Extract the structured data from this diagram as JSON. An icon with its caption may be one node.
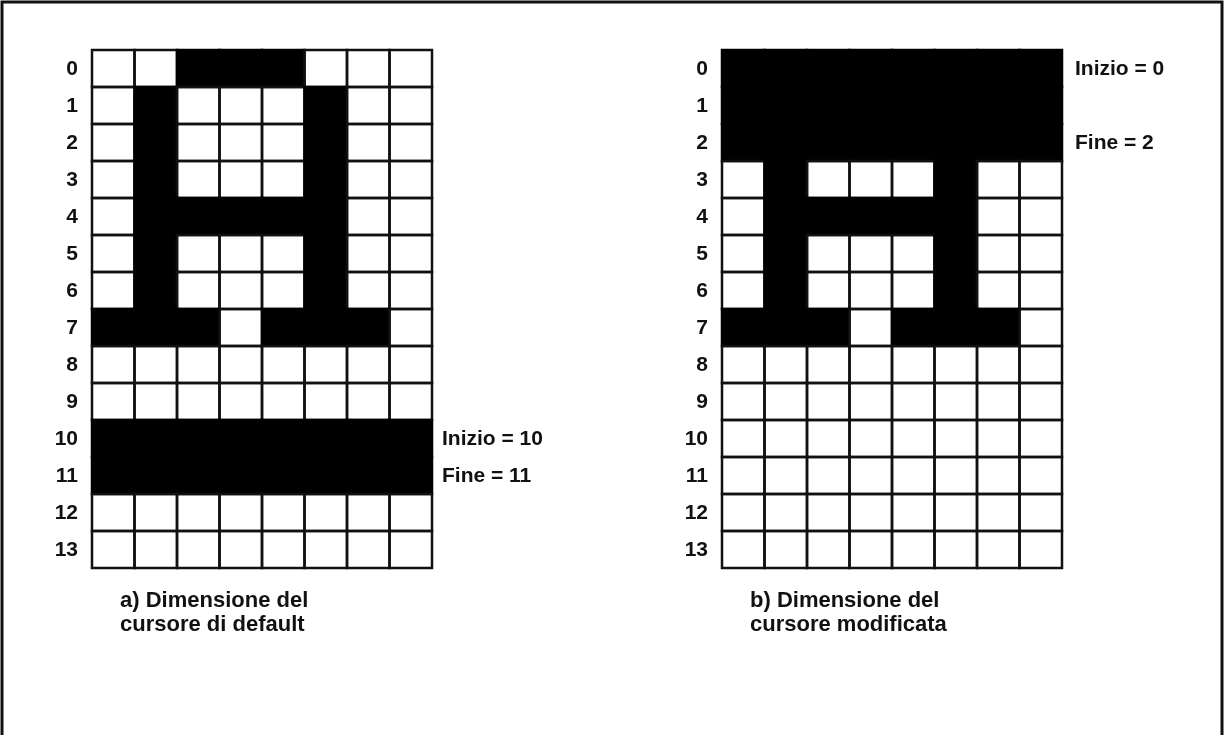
{
  "diagram": {
    "labels": [
      "0",
      "1",
      "2",
      "3",
      "4",
      "5",
      "6",
      "7",
      "8",
      "9",
      "10",
      "11",
      "12",
      "13",
      "Inizio = 10",
      "Fine = 11",
      "a) Dimensione del cursore di default",
      "0",
      "1",
      "2",
      "3",
      "4",
      "5",
      "6",
      "7",
      "8",
      "9",
      "10",
      "11",
      "12",
      "13",
      "Inizio = 0",
      "Fine = 2",
      "b) Dimensione del cursore modificata"
    ]
  }
}
